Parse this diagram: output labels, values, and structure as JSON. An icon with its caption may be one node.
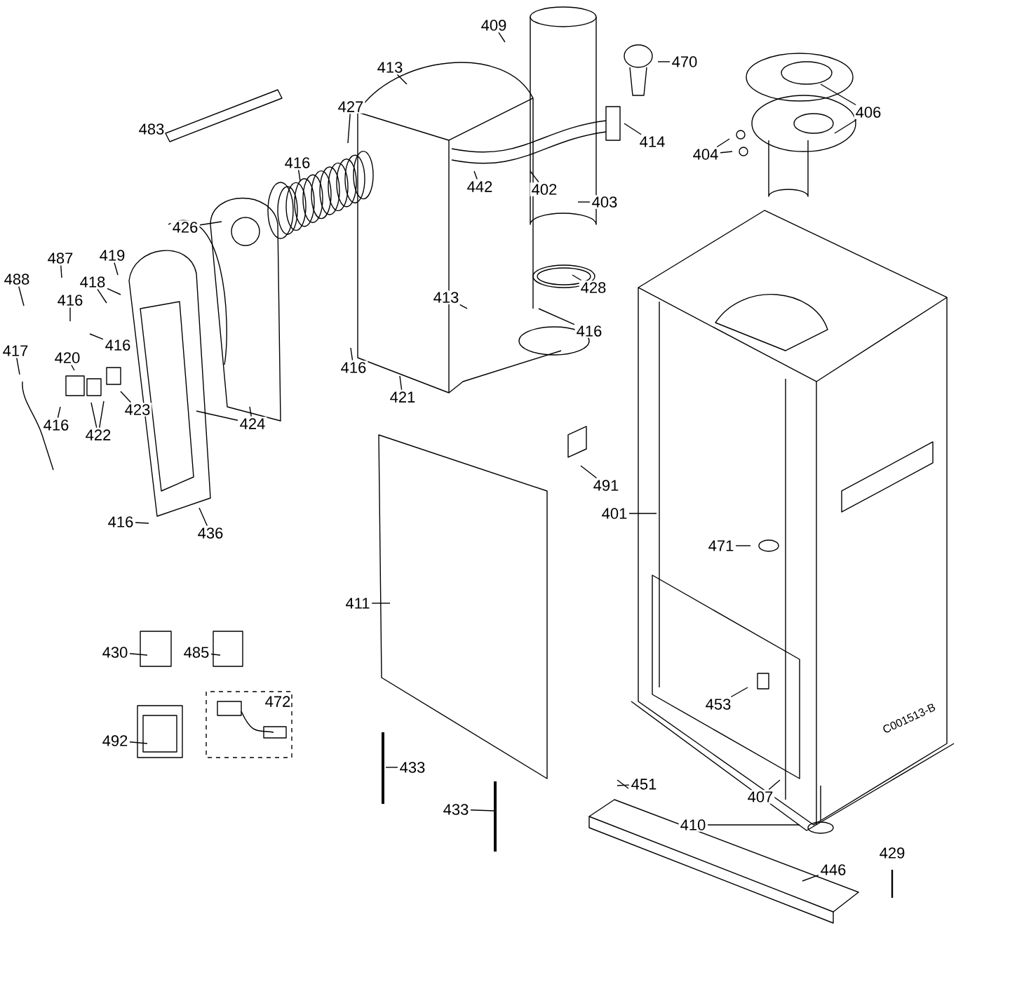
{
  "diagram": {
    "nodes": [
      {
        "text": [
          "413"
        ]
      },
      {
        "text": [
          "409"
        ]
      },
      {
        "text": [
          "470"
        ]
      },
      {
        "text": [
          "406"
        ]
      },
      {
        "text": [
          "427"
        ]
      },
      {
        "text": [
          "414"
        ]
      },
      {
        "text": [
          "404"
        ]
      },
      {
        "text": [
          "416"
        ]
      },
      {
        "text": [
          "442"
        ]
      },
      {
        "text": [
          "402"
        ]
      },
      {
        "text": [
          "403"
        ]
      },
      {
        "text": [
          "426"
        ]
      },
      {
        "text": [
          "487"
        ]
      },
      {
        "text": [
          "419"
        ]
      },
      {
        "text": [
          "488"
        ]
      },
      {
        "text": [
          "418"
        ]
      },
      {
        "text": [
          "416"
        ]
      },
      {
        "text": [
          "428"
        ]
      },
      {
        "text": [
          "413"
        ]
      },
      {
        "text": [
          "416"
        ]
      },
      {
        "text": [
          "417"
        ]
      },
      {
        "text": [
          "416"
        ]
      },
      {
        "text": [
          "420"
        ]
      },
      {
        "text": [
          "416"
        ]
      },
      {
        "text": [
          "421"
        ]
      },
      {
        "text": [
          "423"
        ]
      },
      {
        "text": [
          "424"
        ]
      },
      {
        "text": [
          "422"
        ]
      },
      {
        "text": [
          "416"
        ]
      },
      {
        "text": [
          "491"
        ]
      },
      {
        "text": [
          "401"
        ]
      },
      {
        "text": [
          "436"
        ]
      },
      {
        "text": [
          "416"
        ]
      },
      {
        "text": [
          "471"
        ]
      },
      {
        "text": [
          "411"
        ]
      },
      {
        "text": [
          "430"
        ]
      },
      {
        "text": [
          "485"
        ]
      },
      {
        "text": [
          "453"
        ]
      },
      {
        "text": [
          "492"
        ]
      },
      {
        "text": [
          "433"
        ]
      },
      {
        "text": [
          "451"
        ]
      },
      {
        "text": [
          "407"
        ]
      },
      {
        "text": [
          "410"
        ]
      },
      {
        "text": [
          "433"
        ]
      },
      {
        "text": [
          "446"
        ]
      }
    ],
    "edges": [
      {
        "from": 0,
        "to": null,
        "arrow": "none"
      },
      {
        "from": 1,
        "to": null,
        "arrow": "none"
      },
      {
        "from": 2,
        "to": null,
        "arrow": "none"
      },
      {
        "from": 3,
        "to": null,
        "arrow": "none"
      },
      {
        "from": 3,
        "to": null,
        "arrow": "none"
      },
      {
        "from": 4,
        "to": null,
        "arrow": "none"
      },
      {
        "from": 5,
        "to": null,
        "arrow": "none"
      },
      {
        "from": 6,
        "to": null,
        "arrow": "none"
      },
      {
        "from": 6,
        "to": null,
        "arrow": "none"
      },
      {
        "from": 7,
        "to": null,
        "arrow": "none"
      },
      {
        "from": 8,
        "to": null,
        "arrow": "none"
      },
      {
        "from": 9,
        "to": null,
        "arrow": "none"
      },
      {
        "from": 10,
        "to": null,
        "arrow": "none"
      },
      {
        "from": 11,
        "to": null,
        "arrow": "none"
      },
      {
        "from": 12,
        "to": null,
        "arrow": "none"
      },
      {
        "from": 13,
        "to": null,
        "arrow": "none"
      },
      {
        "from": 14,
        "to": null,
        "arrow": "none"
      },
      {
        "from": 15,
        "to": null,
        "arrow": "none"
      },
      {
        "from": 15,
        "to": null,
        "arrow": "none"
      },
      {
        "from": 16,
        "to": null,
        "arrow": "none"
      },
      {
        "from": 17,
        "to": null,
        "arrow": "none"
      },
      {
        "from": 18,
        "to": null,
        "arrow": "none"
      },
      {
        "from": 19,
        "to": null,
        "arrow": "none"
      },
      {
        "from": 20,
        "to": null,
        "arrow": "none"
      },
      {
        "from": 21,
        "to": null,
        "arrow": "none"
      },
      {
        "from": 22,
        "to": null,
        "arrow": "none"
      },
      {
        "from": 23,
        "to": null,
        "arrow": "none"
      },
      {
        "from": 24,
        "to": null,
        "arrow": "none"
      },
      {
        "from": 25,
        "to": null,
        "arrow": "none"
      },
      {
        "from": 26,
        "to": null,
        "arrow": "none"
      },
      {
        "from": 26,
        "to": null,
        "arrow": "none"
      },
      {
        "from": 27,
        "to": null,
        "arrow": "none"
      },
      {
        "from": 27,
        "to": null,
        "arrow": "none"
      },
      {
        "from": 28,
        "to": null,
        "arrow": "none"
      },
      {
        "from": 29,
        "to": null,
        "arrow": "none"
      },
      {
        "from": 30,
        "to": null,
        "arrow": "none"
      },
      {
        "from": 31,
        "to": null,
        "arrow": "none"
      },
      {
        "from": 32,
        "to": null,
        "arrow": "none"
      },
      {
        "from": 33,
        "to": null,
        "arrow": "none"
      },
      {
        "from": 34,
        "to": null,
        "arrow": "none"
      },
      {
        "from": 35,
        "to": null,
        "arrow": "none"
      },
      {
        "from": 36,
        "to": null,
        "arrow": "none"
      },
      {
        "from": 37,
        "to": null,
        "arrow": "none"
      },
      {
        "from": 38,
        "to": null,
        "arrow": "none"
      },
      {
        "from": 39,
        "to": null,
        "arrow": "none"
      },
      {
        "from": 40,
        "to": null,
        "arrow": "none"
      },
      {
        "from": 41,
        "to": null,
        "arrow": "none"
      },
      {
        "from": 42,
        "to": null,
        "arrow": "none"
      },
      {
        "from": 43,
        "to": null,
        "arrow": "none"
      },
      {
        "from": 44,
        "to": null,
        "arrow": "none"
      }
    ],
    "labels": [
      "483",
      "472",
      "429",
      "C001513-B"
    ]
  }
}
